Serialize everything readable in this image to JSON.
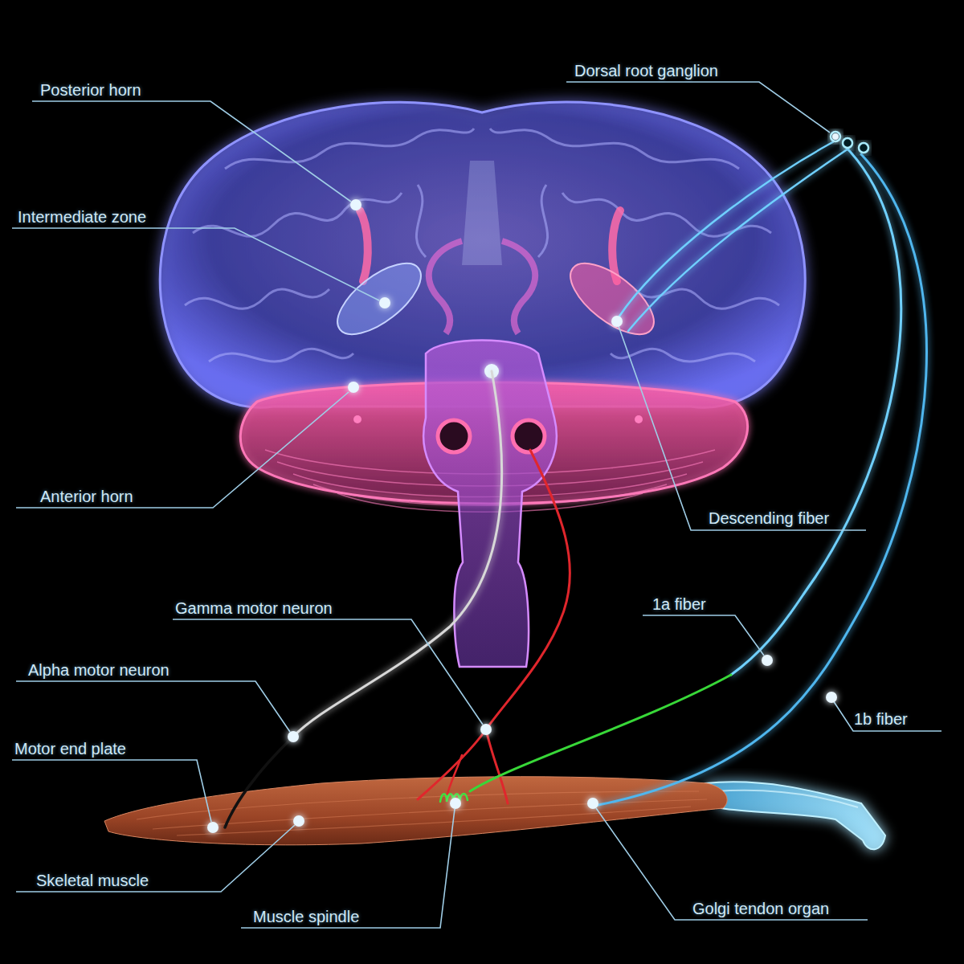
{
  "diagram": {
    "labels": [
      "Posterior horn",
      "Dorsal root ganglion",
      "Intermediate zone",
      "Anterior horn",
      "Descending fiber",
      "Gamma motor neuron",
      "1a fiber",
      "Alpha motor neuron",
      "1b fiber",
      "Motor end plate",
      "Skeletal muscle",
      "Muscle spindle",
      "Golgi tendon organ"
    ]
  }
}
